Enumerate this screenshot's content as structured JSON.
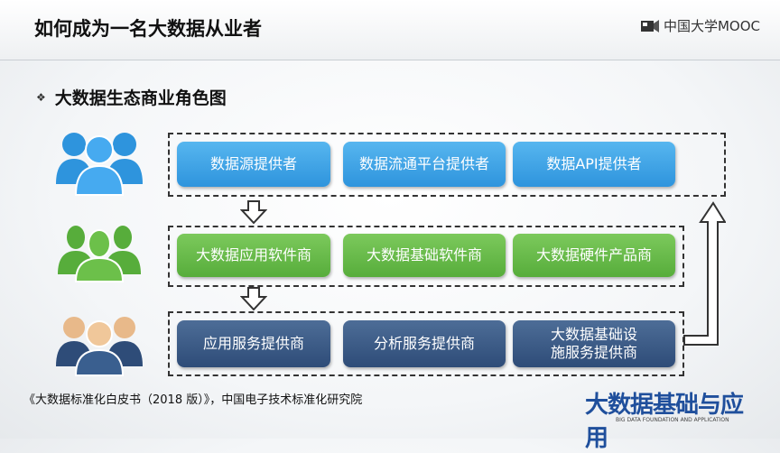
{
  "header": {
    "title": "如何成为一名大数据从业者",
    "logo_text": "中国大学MOOC"
  },
  "subheading": {
    "bullet": "❖",
    "text": "大数据生态商业角色图"
  },
  "rows": [
    {
      "color": "#2e94dd",
      "icon": "people-group-icon",
      "items": [
        "数据源提供者",
        "数据流通平台提供者",
        "数据API提供者"
      ]
    },
    {
      "color": "#57ad3b",
      "icon": "people-group-icon",
      "items": [
        "大数据应用软件商",
        "大数据基础软件商",
        "大数据硬件产品商"
      ]
    },
    {
      "color": "#2e4c78",
      "icon": "people-group-icon",
      "items": [
        "应用服务提供商",
        "分析服务提供商",
        "大数据基础设施服务提供商"
      ]
    }
  ],
  "footer": {
    "citation": "《大数据标准化白皮书（2018 版）》，中国电子技术标准化研究院"
  },
  "brand": {
    "main": "大数据基础与应用",
    "sub": "BIG DATA FOUNDATION AND APPLICATION"
  }
}
